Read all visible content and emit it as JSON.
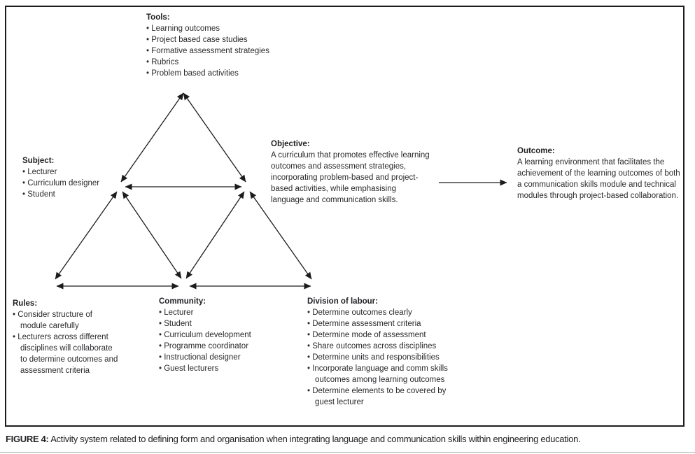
{
  "list_bullet": "• ",
  "colors": {
    "line": "#1c1c1c",
    "text": "#2a2a2e",
    "border": "#1c1c1c",
    "bottom_rule": "#b5b5b5"
  },
  "nodes": {
    "tools": {
      "title": "Tools:",
      "items": [
        "Learning outcomes",
        "Project based case studies",
        "Formative assessment strategies",
        "Rubrics",
        "Problem based activities"
      ]
    },
    "subject": {
      "title": "Subject:",
      "items": [
        "Lecturer",
        "Curriculum designer",
        "Student"
      ]
    },
    "objective": {
      "title": "Objective:",
      "text": "A curriculum that promotes effective learning outcomes and assessment strategies, incorporating problem-based and project-based activities, while emphasising language and communication skills."
    },
    "outcome": {
      "title": "Outcome:",
      "text": "A learning environment that facilitates the achievement of the learning outcomes of both a communication skills module and technical modules through project-based collaboration."
    },
    "rules": {
      "title": "Rules:",
      "items": [
        "Consider structure of module carefully",
        "Lecturers across different disciplines will collaborate to determine outcomes and assessment criteria"
      ]
    },
    "community": {
      "title": "Community:",
      "items": [
        "Lecturer",
        "Student",
        "Curriculum development",
        "Programme coordinator",
        "Instructional designer",
        "Guest lecturers"
      ]
    },
    "division": {
      "title": "Division of labour:",
      "items": [
        "Determine outcomes clearly",
        "Determine assessment criteria",
        "Determine mode of assessment",
        "Share outcomes across disciplines",
        "Determine units and responsibilities",
        "Incorporate language and comm skills outcomes among learning outcomes",
        "Determine elements to be covered by guest lecturer"
      ]
    }
  },
  "figure": {
    "caption_label": "FIGURE 4:",
    "caption_text": " Activity system related to defining form and organisation when integrating language and communication skills within engineering education."
  }
}
